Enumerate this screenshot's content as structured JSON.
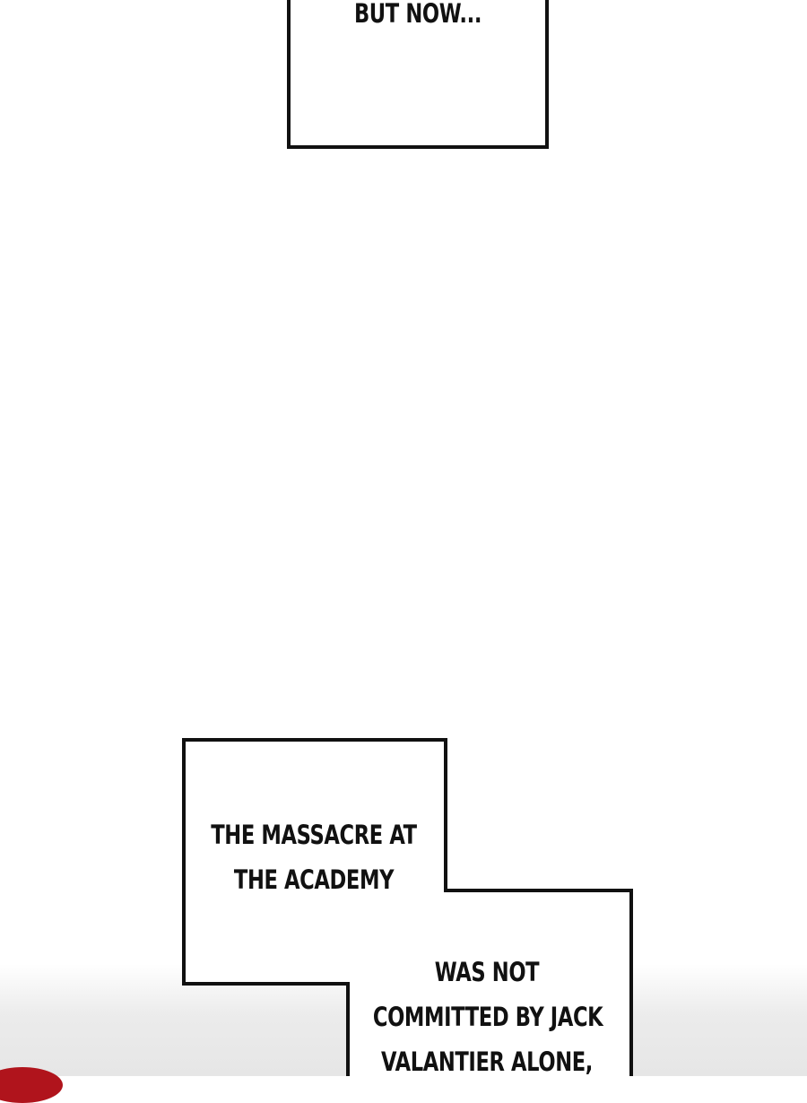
{
  "captions": {
    "top_box": {
      "line1": "BUT NOW..."
    },
    "bottom_box_left": {
      "line1": "THE MASSACRE AT",
      "line2": "THE ACADEMY"
    },
    "bottom_box_right": {
      "line1": "WAS NOT",
      "line2": "COMMITTED BY JACK",
      "line3": "VALANTIER ALONE,"
    }
  },
  "colors": {
    "background": "#ffffff",
    "box_stroke": "#111111",
    "text": "#111111",
    "bottom_fade": "#e6e6e6",
    "red_mark": "#b0141c"
  }
}
